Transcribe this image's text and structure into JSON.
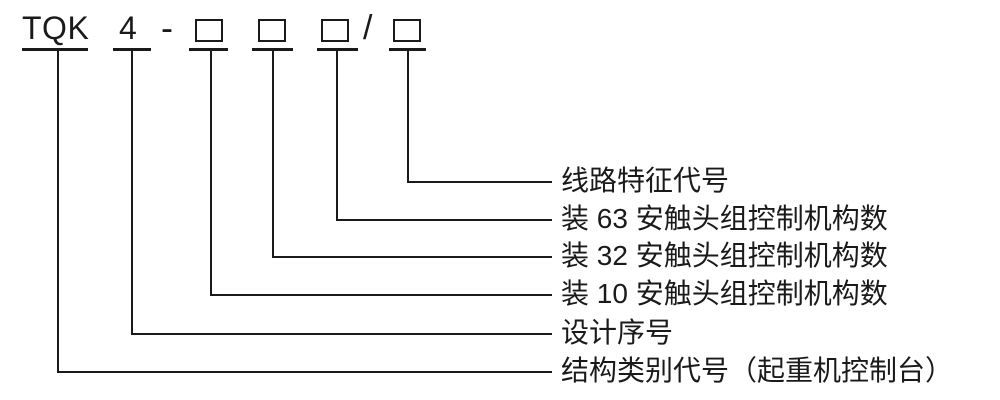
{
  "diagram": {
    "code": {
      "prefix": "TQK",
      "design_number": "4",
      "separator": "-",
      "slash": "/",
      "placeholder_box_count": 4
    },
    "labels": [
      "线路特征代号",
      "装 63 安触头组控制机构数",
      "装 32 安触头组控制机构数",
      "装 10 安触头组控制机构数",
      "设计序号",
      "结构类别代号（起重机控制台）"
    ],
    "colors": {
      "ink": "#1a1a1a",
      "background": "#ffffff"
    }
  }
}
